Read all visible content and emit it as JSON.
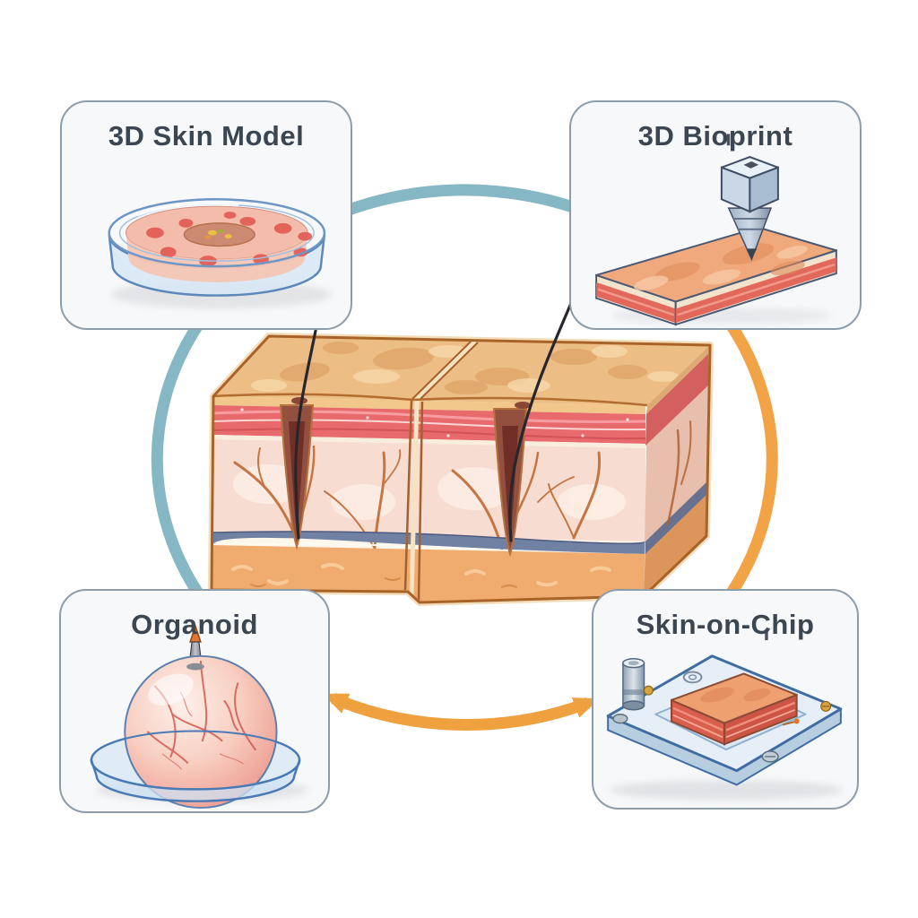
{
  "diagram_title": "Skin model approaches cycle diagram",
  "cards": [
    {
      "id": "skin-model",
      "label": "3D Skin Model",
      "icon": "petri-dish-icon",
      "position": "top-left"
    },
    {
      "id": "bioprint",
      "label": "3D Bioprint",
      "icon": "bioprinter-nozzle-icon",
      "position": "top-right"
    },
    {
      "id": "organoid",
      "label": "Organoid",
      "icon": "organoid-sphere-icon",
      "position": "bottom-left"
    },
    {
      "id": "skin-on-chip",
      "label": "Skin-on-Chip",
      "icon": "microfluidic-chip-icon",
      "position": "bottom-right"
    }
  ],
  "center_illustration": "skin-cross-section-block",
  "colors": {
    "ring_teal": "#85b7c5",
    "ring_orange": "#f2a345",
    "card_background": "#f7f8f9",
    "card_border": "#8d9cab",
    "label_text": "#3b4650",
    "background": "#ffffff"
  }
}
